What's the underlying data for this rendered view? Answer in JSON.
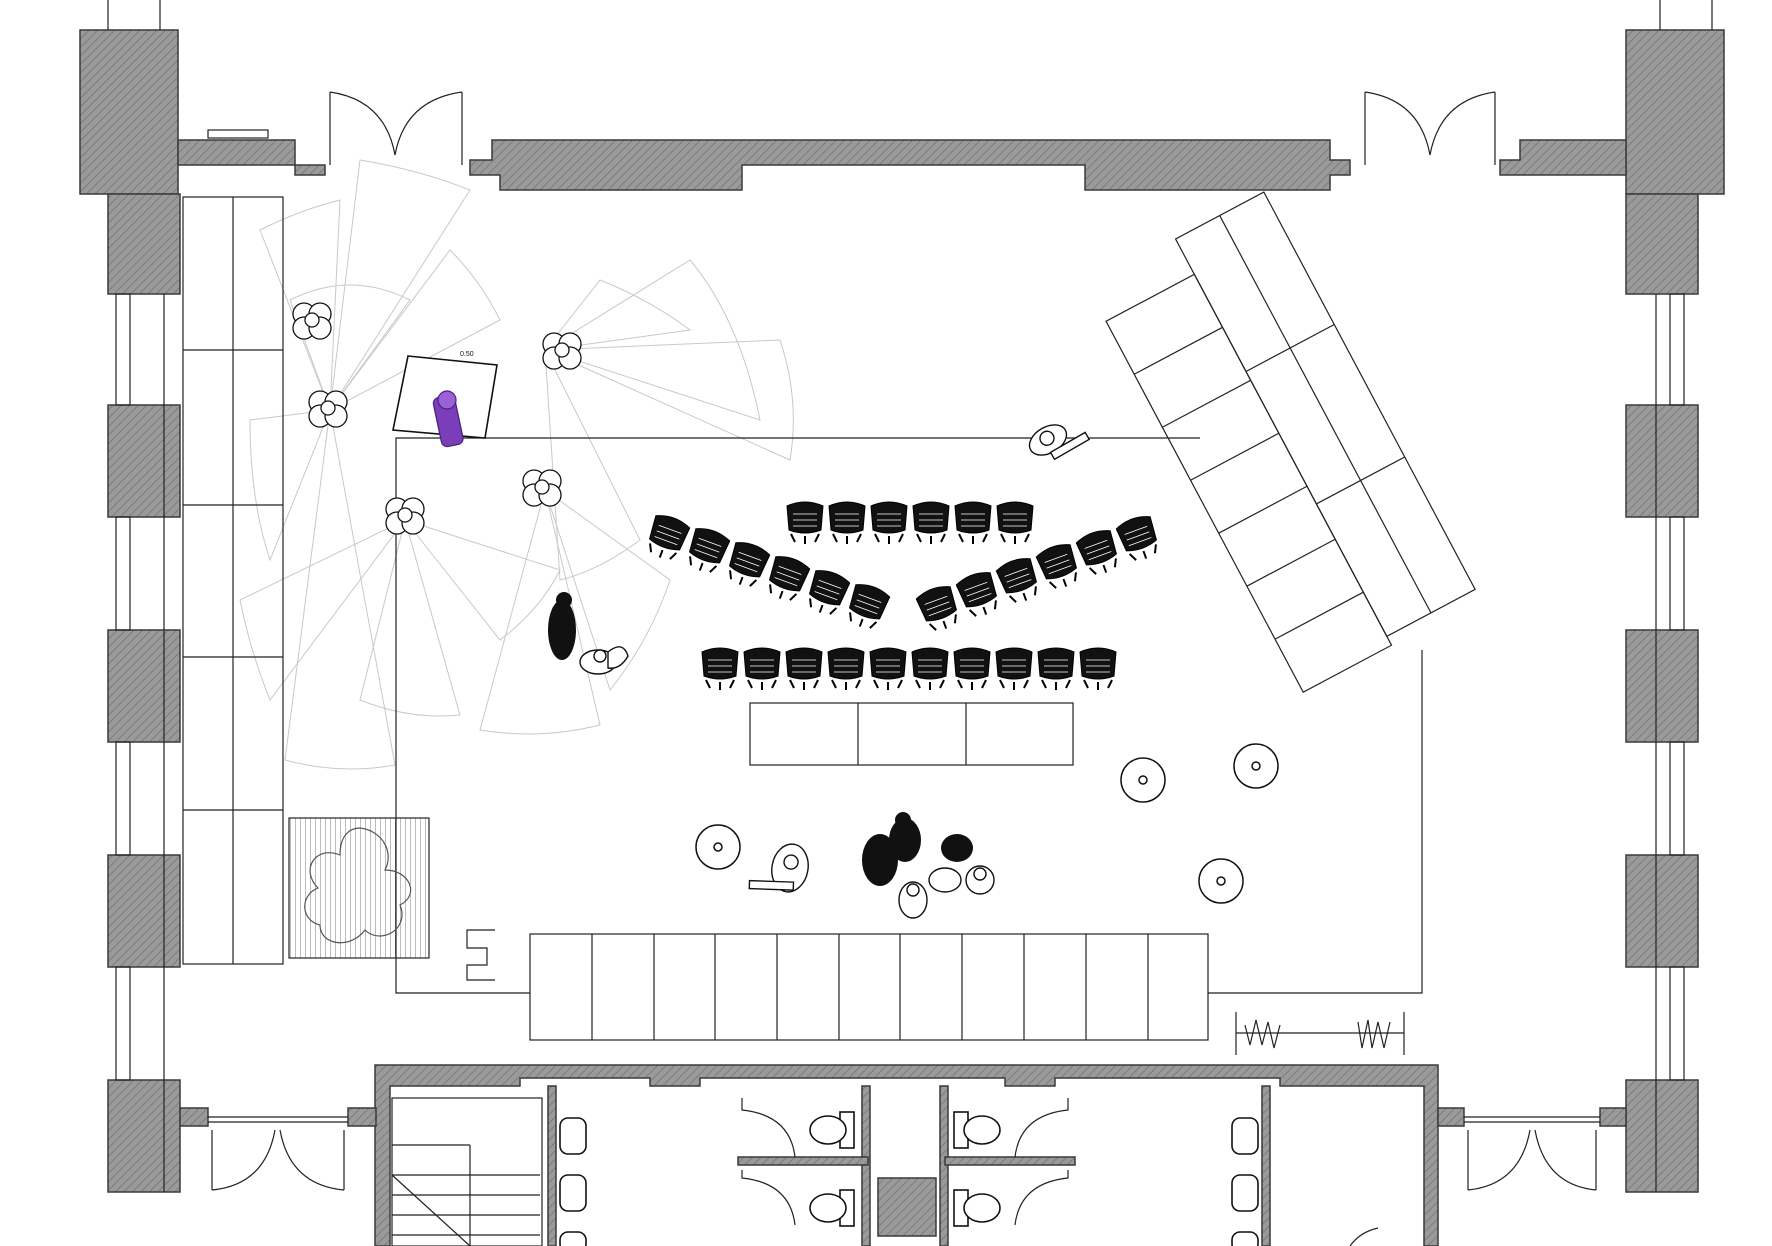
{
  "plan": {
    "labels": {
      "stand_dimension": "0.50"
    },
    "colors": {
      "wall_fill": "#8f8f8f",
      "line": "#111111",
      "light_beam": "#c9c9c9",
      "highlight": "#7a3fb8"
    },
    "rooms": [
      "exhibition-hall",
      "stair-core",
      "restroom-left",
      "restroom-right",
      "service-shaft"
    ],
    "chair_rows": {
      "back_row_count": 6,
      "left_arc_count": 6,
      "right_arc_count": 6,
      "front_row_count": 10
    },
    "round_tables": 4,
    "people_count": 5
  }
}
